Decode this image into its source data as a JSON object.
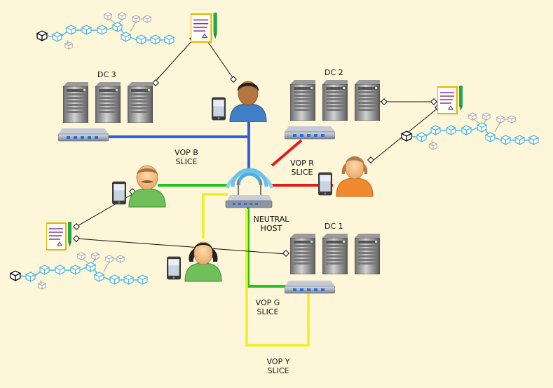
{
  "labels": {
    "dc3": "DC 3",
    "dc2": "DC 2",
    "dc1": "DC 1",
    "vop_b_1": "VOP B",
    "vop_b_2": "SLICE",
    "vop_r_1": "VOP R",
    "vop_r_2": "SLICE",
    "neutral_1": "NEUTRAL",
    "neutral_2": "HOST",
    "vop_g_1": "VOP G",
    "vop_g_2": "SLICE",
    "vop_y_1": "VOP Y",
    "vop_y_2": "SLICE"
  },
  "colors": {
    "background": "#fdf6d9",
    "slice_blue": "#2a5fe6",
    "slice_red": "#e21b1b",
    "slice_green": "#1fc41f",
    "slice_yellow": "#f2ee1e",
    "blockchain": "#4fb6d8",
    "link": "#111111"
  },
  "icons": {
    "server": "server-tower-icon",
    "switch": "network-switch-icon",
    "router": "wireless-router-icon",
    "user": "user-avatar-icon",
    "phone": "smartphone-icon",
    "contract": "smart-contract-document-icon",
    "blockchain": "blockchain-cubes-icon"
  }
}
